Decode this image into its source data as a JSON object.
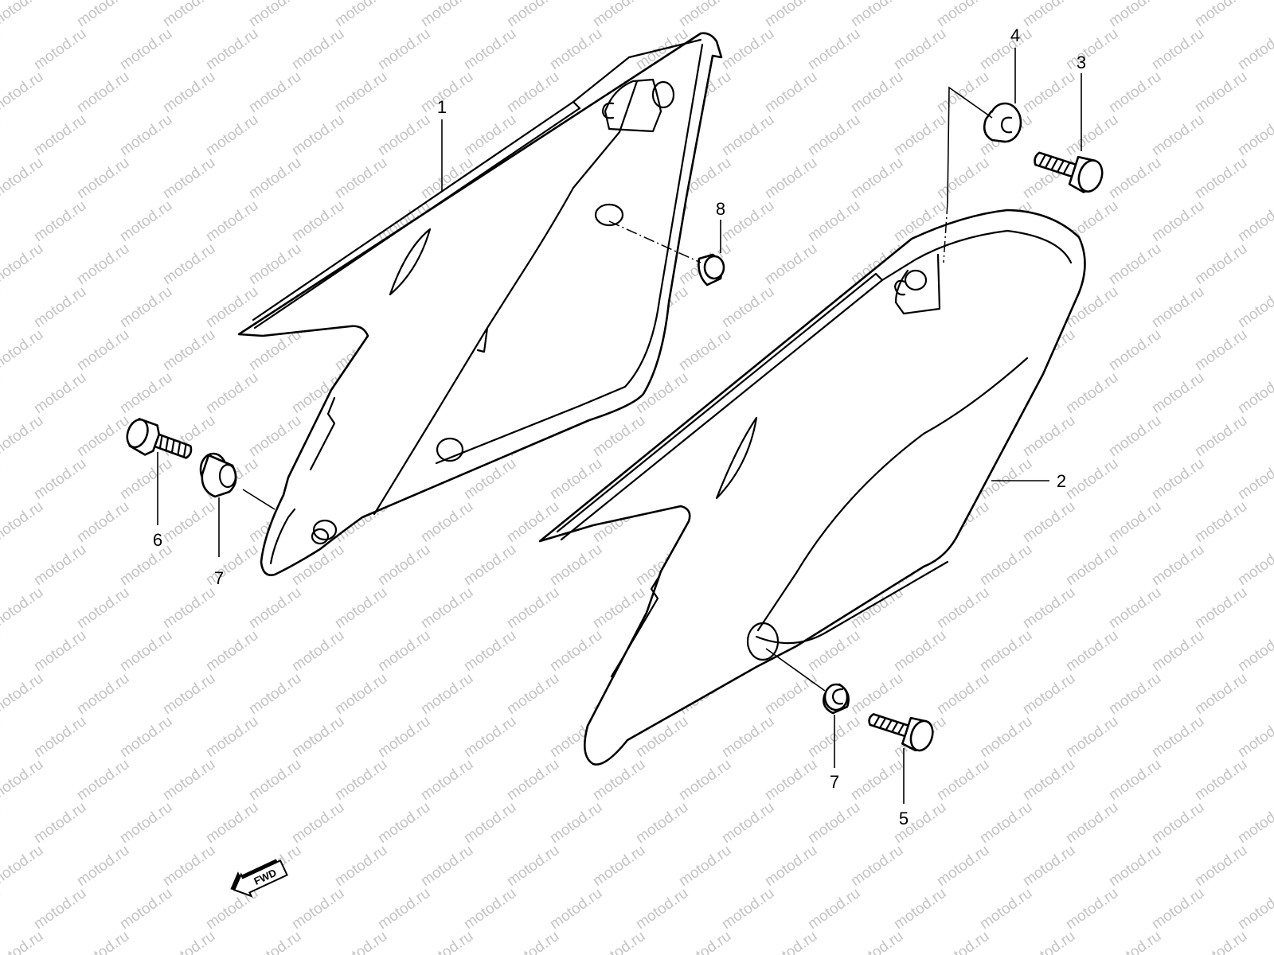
{
  "watermark": {
    "text": "motod.ru",
    "color": "#c4c4c4"
  },
  "callouts": [
    {
      "label": "1",
      "part": "left-frame-cover"
    },
    {
      "label": "2",
      "part": "right-frame-cover"
    },
    {
      "label": "3",
      "part": "bolt-upper-right"
    },
    {
      "label": "4",
      "part": "grommet-upper-right"
    },
    {
      "label": "5",
      "part": "bolt-lower-right"
    },
    {
      "label": "6",
      "part": "bolt-left"
    },
    {
      "label": "7",
      "part": "grommet-left"
    },
    {
      "label": "7",
      "part": "grommet-lower-right"
    },
    {
      "label": "8",
      "part": "spacer"
    }
  ],
  "fwd_arrow": {
    "label": "FWD",
    "icon": "forward-direction-arrow-icon"
  },
  "colors": {
    "line": "#000000",
    "background": "#ffffff"
  }
}
